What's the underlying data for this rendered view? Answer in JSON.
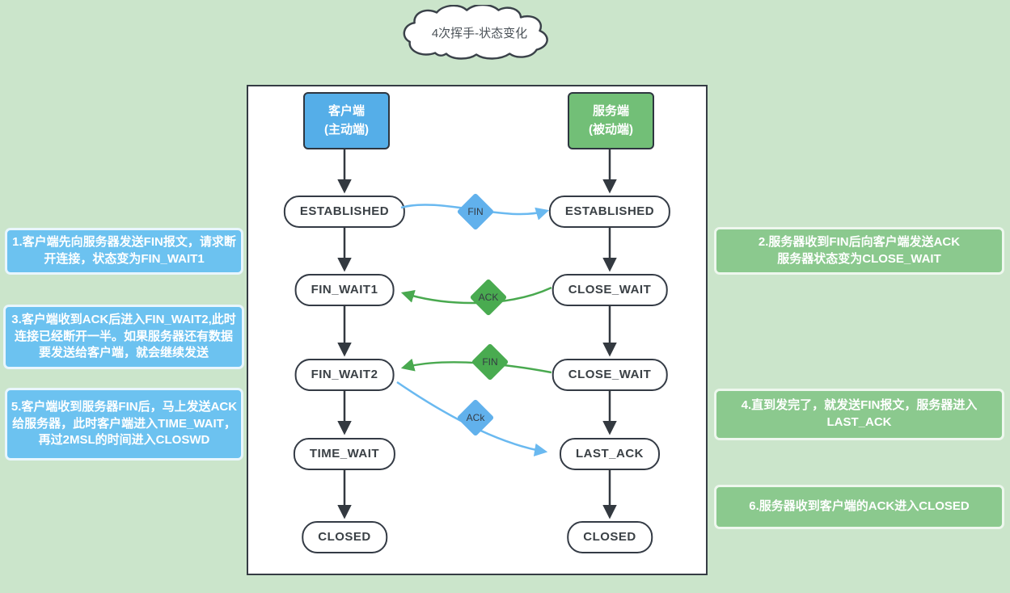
{
  "title": "4次挥手-状态变化",
  "colors": {
    "background_green": "#cbe5cb",
    "client_blue": "#55aee8",
    "server_green": "#72bf77",
    "note_blue": "#6cc2f0",
    "note_green": "#8bc98e",
    "arrow_blue": "#6ab9f0",
    "arrow_green": "#49a94f",
    "arrow_black": "#333940"
  },
  "headers": {
    "client": {
      "line1": "客户端",
      "line2": "(主动端)"
    },
    "server": {
      "line1": "服务端",
      "line2": "(被动端)"
    }
  },
  "client_states": [
    "ESTABLISHED",
    "FIN_WAIT1",
    "FIN_WAIT2",
    "TIME_WAIT",
    "CLOSED"
  ],
  "server_states": [
    "ESTABLISHED",
    "CLOSE_WAIT",
    "CLOSE_WAIT",
    "LAST_ACK",
    "CLOSED"
  ],
  "messages": [
    {
      "label": "FIN",
      "color": "blue",
      "direction": "client-to-server"
    },
    {
      "label": "ACK",
      "color": "green",
      "direction": "server-to-client"
    },
    {
      "label": "FIN",
      "color": "green",
      "direction": "server-to-client"
    },
    {
      "label": "ACk",
      "color": "blue",
      "direction": "client-to-server"
    }
  ],
  "notes_left": [
    "1.客户端先向服务器发送FIN报文，请求断开连接，状态变为FIN_WAIT1",
    "3.客户端收到ACK后进入FIN_WAIT2,此时连接已经断开一半。如果服务器还有数据要发送给客户端，就会继续发送",
    "5.客户端收到服务器FIN后，马上发送ACK给服务器，此时客户端进入TIME_WAIT，再过2MSL的时间进入CLOSWD"
  ],
  "notes_right": [
    "2.服务器收到FIN后向客户端发送ACK\n服务器状态变为CLOSE_WAIT",
    "4.直到发完了，就发送FIN报文，服务器进入\nLAST_ACK",
    "6.服务器收到客户端的ACK进入CLOSED"
  ]
}
